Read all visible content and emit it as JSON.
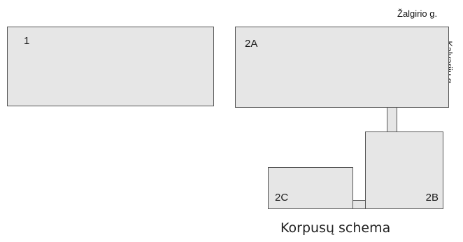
{
  "streets": {
    "top": "Žalgirio g.",
    "right": "Kalvarijų g."
  },
  "buildings": {
    "b1": "1",
    "b2a": "2A",
    "b2b": "2B",
    "b2c": "2C"
  },
  "caption": "Korpusų schema"
}
